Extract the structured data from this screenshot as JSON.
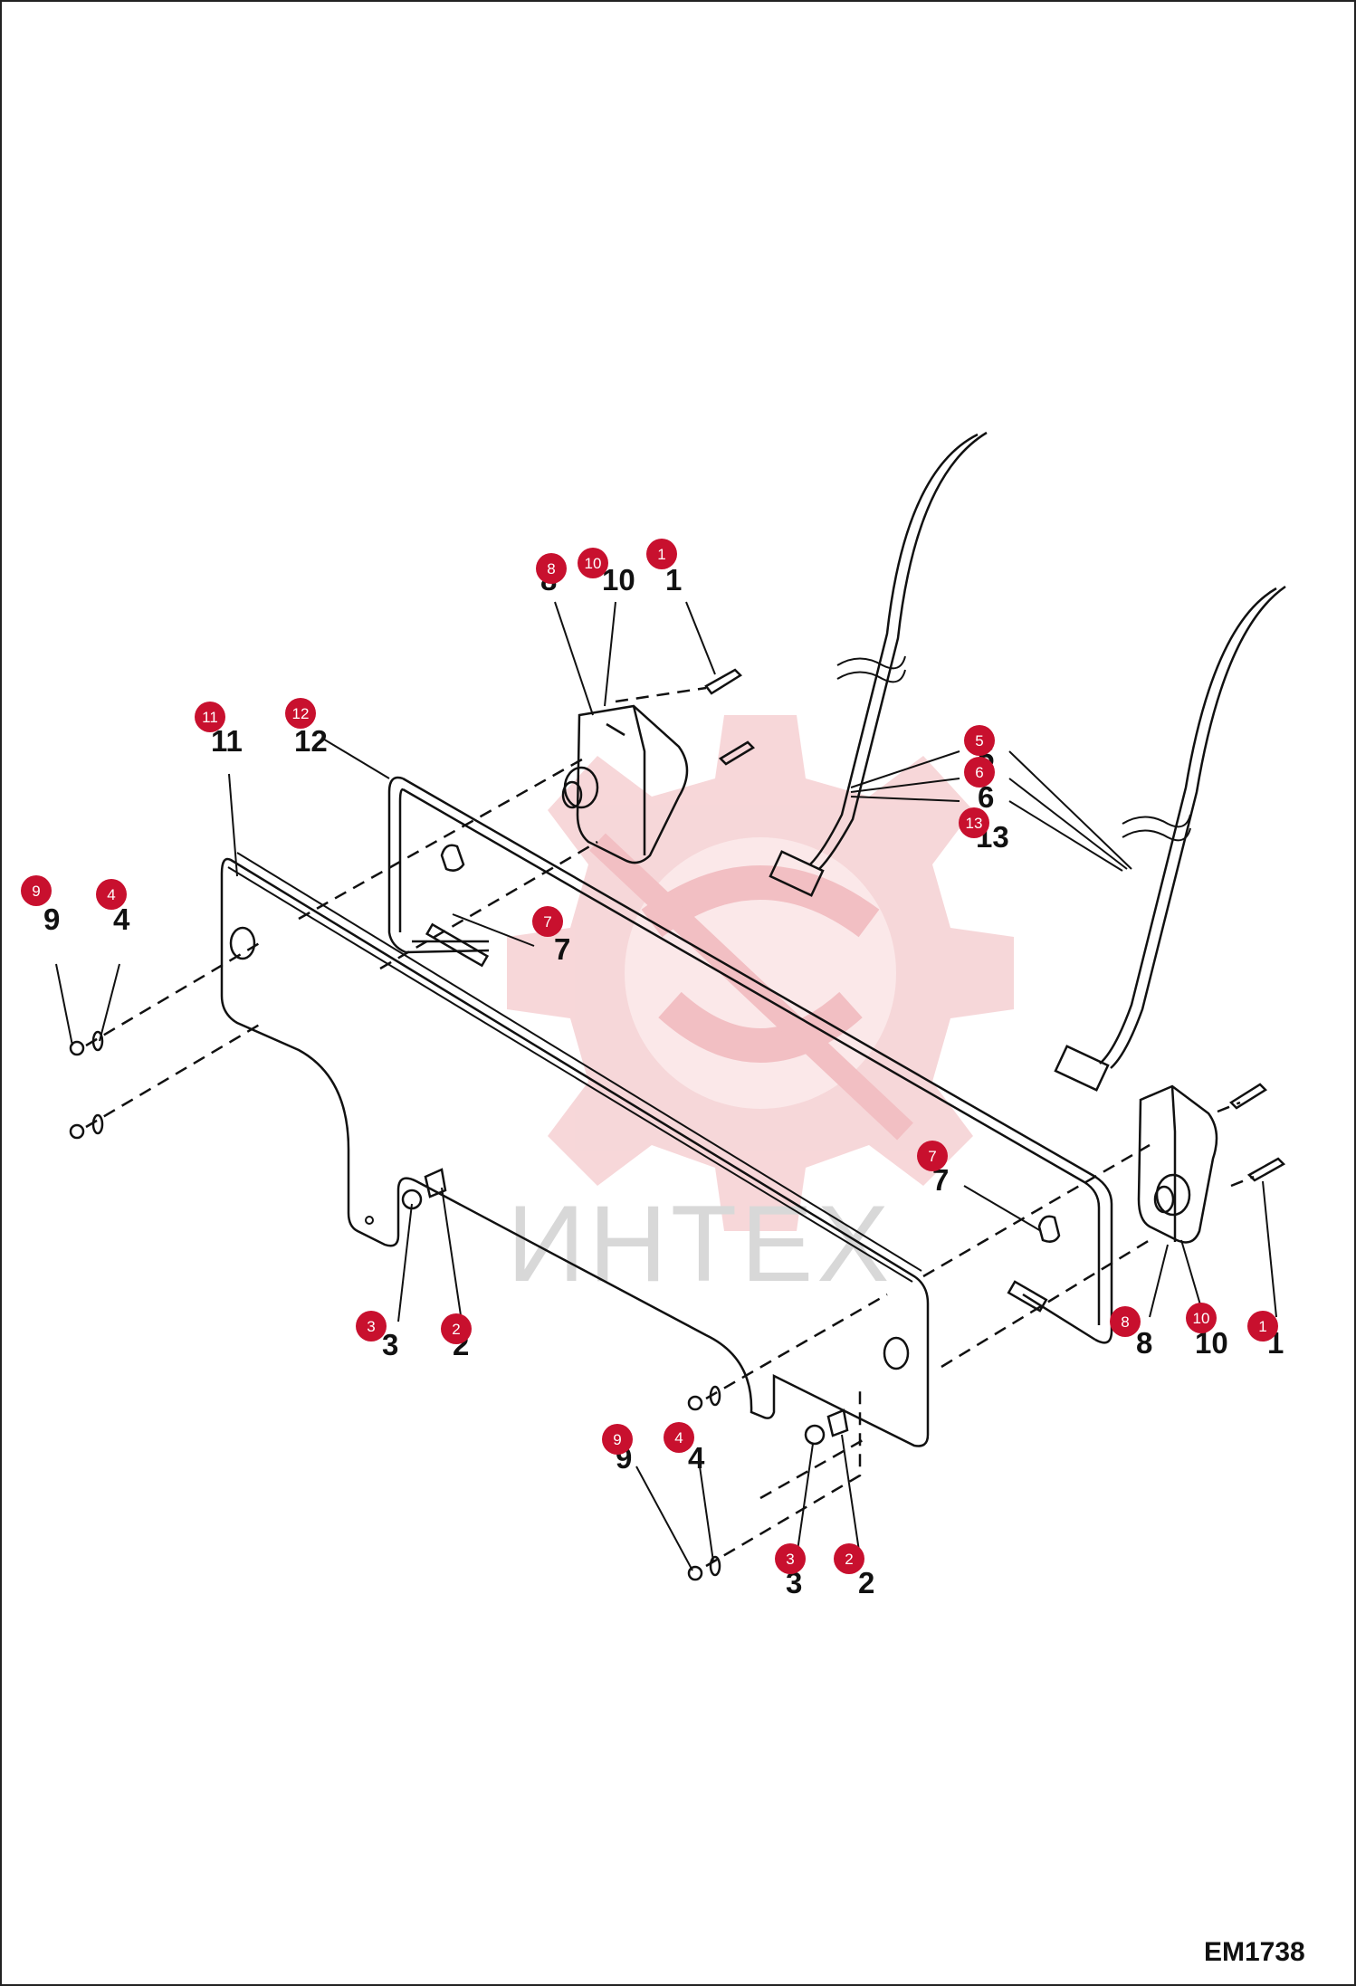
{
  "diagram": {
    "drawing_code": "EM1738",
    "watermark_text": "ИНТЕХ",
    "colors": {
      "badge": "#c8102e",
      "watermark": "#f3c9cc",
      "line": "#111111"
    },
    "callouts": [
      {
        "num": "8"
      },
      {
        "num": "10"
      },
      {
        "num": "1"
      },
      {
        "num": "11"
      },
      {
        "num": "12"
      },
      {
        "num": "9"
      },
      {
        "num": "4"
      },
      {
        "num": "7"
      },
      {
        "num": "5"
      },
      {
        "num": "6"
      },
      {
        "num": "13"
      },
      {
        "num": "7"
      },
      {
        "num": "3"
      },
      {
        "num": "2"
      },
      {
        "num": "8"
      },
      {
        "num": "10"
      },
      {
        "num": "1"
      },
      {
        "num": "9"
      },
      {
        "num": "4"
      },
      {
        "num": "3"
      },
      {
        "num": "2"
      }
    ]
  }
}
